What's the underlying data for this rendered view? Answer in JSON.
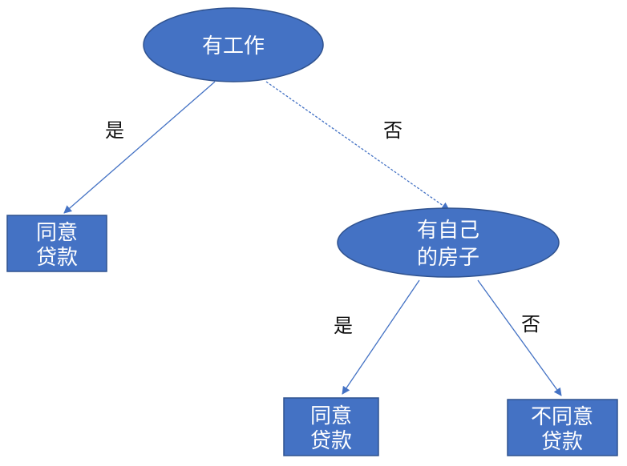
{
  "colors": {
    "node_fill": "#4472C4",
    "node_stroke": "#2F528F",
    "edge": "#4472C4",
    "node_text": "#FFFFFF",
    "label_text": "#111111"
  },
  "nodes": {
    "root": {
      "shape": "ellipse",
      "lines": [
        "有工作"
      ]
    },
    "house": {
      "shape": "ellipse",
      "lines": [
        "有自己",
        "的房子"
      ]
    },
    "leaf_left": {
      "shape": "rect",
      "lines": [
        "同意",
        "贷款"
      ]
    },
    "leaf_mid": {
      "shape": "rect",
      "lines": [
        "同意",
        "贷款"
      ]
    },
    "leaf_right": {
      "shape": "rect",
      "lines": [
        "不同意",
        "贷款"
      ]
    }
  },
  "edges": [
    {
      "from": "root",
      "to": "leaf_left",
      "label": "是"
    },
    {
      "from": "root",
      "to": "house",
      "label": "否"
    },
    {
      "from": "house",
      "to": "leaf_mid",
      "label": "是"
    },
    {
      "from": "house",
      "to": "leaf_right",
      "label": "否"
    }
  ]
}
